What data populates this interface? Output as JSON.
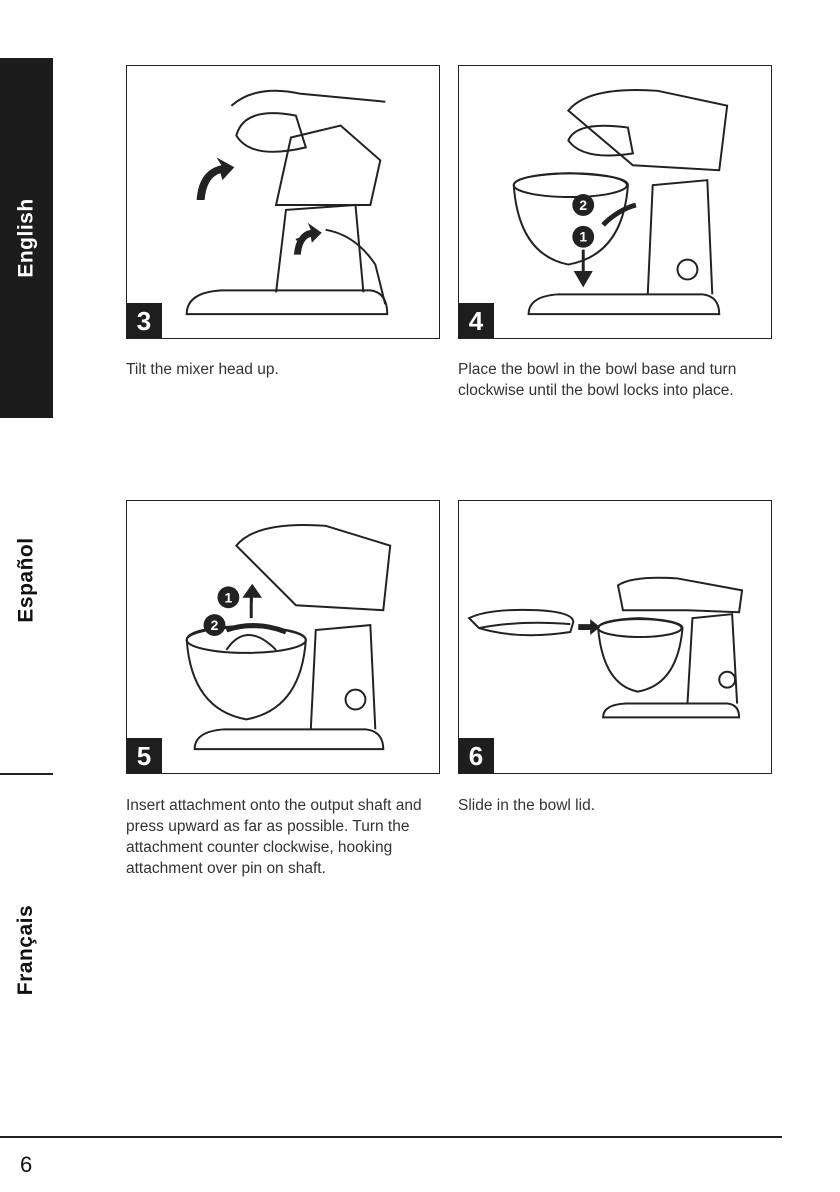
{
  "languages": {
    "english": "English",
    "espanol": "Español",
    "francais": "Français"
  },
  "steps": [
    {
      "number": "3",
      "caption": "Tilt the mixer head up."
    },
    {
      "number": "4",
      "caption": "Place the bowl in the bowl base and turn clockwise until the bowl locks into place."
    },
    {
      "number": "5",
      "caption": "Insert attachment onto the output shaft and press upward as far as possible. Turn the attachment counter clockwise, hooking attachment over pin on shaft."
    },
    {
      "number": "6",
      "caption": "Slide in the bowl lid."
    }
  ],
  "callouts": {
    "one": "1",
    "two": "2"
  },
  "page": {
    "number": "6"
  }
}
